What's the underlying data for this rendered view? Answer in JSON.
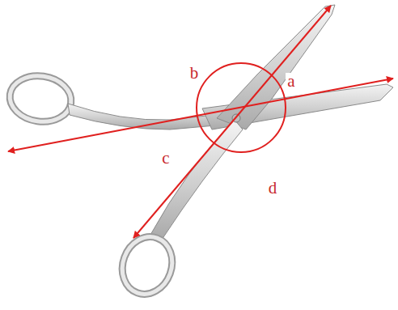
{
  "diagram": {
    "labels": [
      "b",
      "a",
      "c",
      "d"
    ]
  }
}
